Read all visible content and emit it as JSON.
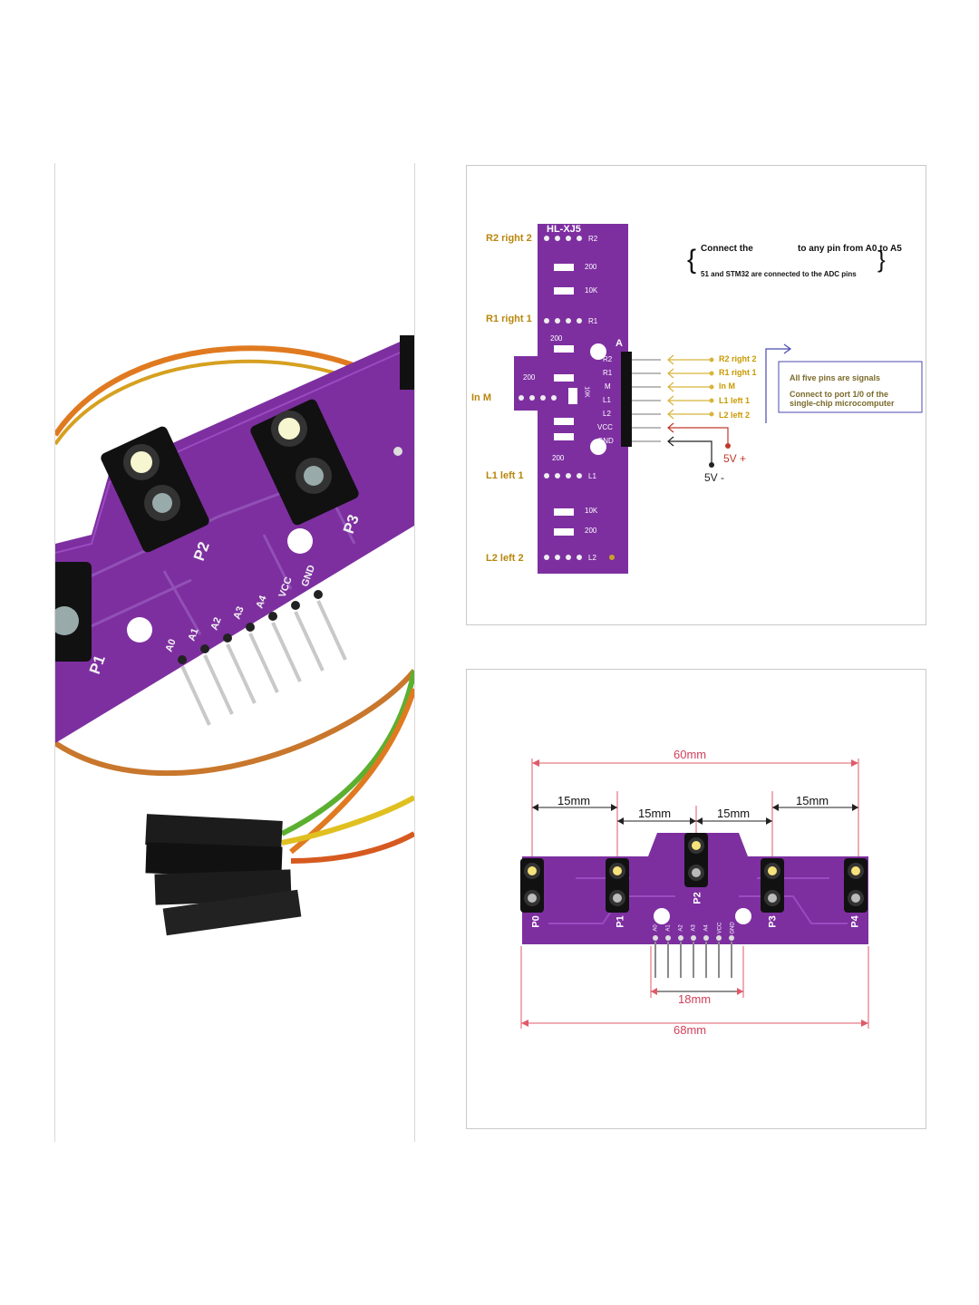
{
  "photo": {
    "sensor_labels": [
      "P1",
      "P2",
      "P3"
    ],
    "pin_labels": [
      "A0",
      "A1",
      "A2",
      "A3",
      "A4",
      "VCC",
      "GND"
    ]
  },
  "wiring": {
    "board_model": "HL-XJ5",
    "header_letter": "A",
    "left_labels": [
      "R2 right 2",
      "R1 right 1",
      "In M",
      "L1 left 1",
      "L2 left 2"
    ],
    "board_silk": {
      "r2": "R2",
      "r1": "R1",
      "l1": "L1",
      "l2": "L2",
      "res_200": "200",
      "res_10k": "10K",
      "pot": "10K"
    },
    "header_pins": [
      "R2",
      "R1",
      "M",
      "L1",
      "L2",
      "VCC",
      "GND"
    ],
    "signal_labels": [
      "R2 right 2",
      "R1 right 1",
      "In M",
      "L1 left 1",
      "L2 left 2"
    ],
    "power_plus": "5V +",
    "power_minus": "5V -",
    "connect_line1_a": "Connect the",
    "connect_line1_b": "to any pin from A0 to A5",
    "connect_line2": "51 and STM32 are connected to the ADC pins",
    "note_line1": "All five pins are signals",
    "note_line2": "Connect to port 1/0 of the",
    "note_line3": "single-chip microcomputer",
    "colors": {
      "board": "#7d2fa0",
      "gold": "#c9a227",
      "red": "#c0392b",
      "note_border": "#4a4ab0"
    }
  },
  "dimensions": {
    "total_60": "60mm",
    "seg_15_a": "15mm",
    "seg_15_b": "15mm",
    "seg_15_c": "15mm",
    "seg_15_d": "15mm",
    "pins_18": "18mm",
    "total_68": "68mm",
    "sensors": [
      "P0",
      "P1",
      "P2",
      "P3",
      "P4"
    ],
    "pins": [
      "A0",
      "A1",
      "A2",
      "A3",
      "A4",
      "VCC",
      "GND"
    ]
  }
}
